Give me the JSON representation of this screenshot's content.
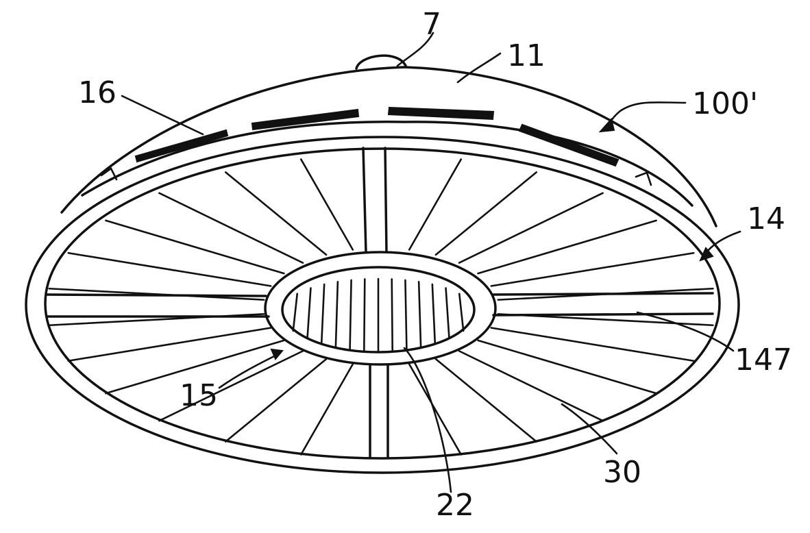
{
  "figure": {
    "labels": {
      "ref_7": "7",
      "ref_11": "11",
      "ref_16": "16",
      "ref_100p": "100'",
      "ref_14": "14",
      "ref_147": "147",
      "ref_15": "15",
      "ref_22": "22",
      "ref_30": "30"
    },
    "radial_ribs_outer": 26,
    "radial_ribs_inner": 14,
    "vent_slots": 4,
    "line_color": "#111111",
    "background": "#ffffff"
  }
}
